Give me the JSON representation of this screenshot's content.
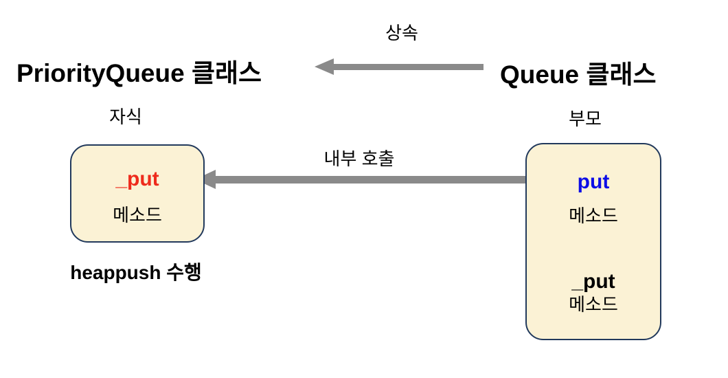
{
  "colors": {
    "background": "#FFFFFF",
    "box_fill": "#FBF2D5",
    "box_border": "#21395C",
    "arrow_gray": "#8A8A8A",
    "method_red": "#EE2B1C",
    "method_blue": "#0D0DE6",
    "text_black": "#000000"
  },
  "header": {
    "inheritance_arrow_label": "상속",
    "child_class_title": "PriorityQueue 클래스",
    "parent_class_title": "Queue 클래스",
    "child_role_label": "자식",
    "parent_role_label": "부모"
  },
  "call_arrow": {
    "label": "내부 호출"
  },
  "child_box": {
    "method_name": "_put",
    "method_label": "메소드",
    "caption": "heappush 수행"
  },
  "parent_box": {
    "method1_name": "put",
    "method1_label": "메소드",
    "method2_name": "_put",
    "method2_label": "메소드"
  }
}
